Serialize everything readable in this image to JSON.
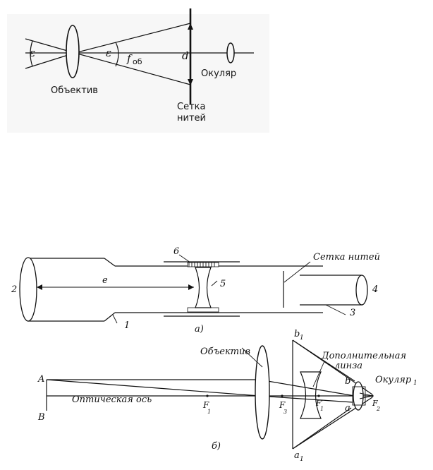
{
  "fig1": {
    "epsilon_left": "ε",
    "epsilon_right": "ε",
    "focal_symbol": "f",
    "focal_subscript": "об",
    "d_symbol": "d",
    "objective_label": "Объектив",
    "eyepiece_label": "Окуляр",
    "reticle_line1": "Сетка",
    "reticle_line2": "нитей"
  },
  "fig2": {
    "num_1": "1",
    "num_2": "2",
    "num_3": "3",
    "num_4": "4",
    "num_5": "5",
    "num_6": "6",
    "e_label": "e",
    "reticle_label": "Сетка нитей",
    "caption": "а)"
  },
  "fig3": {
    "objective_label": "Объектив",
    "extra_lens_line1": "Дополнительная",
    "extra_lens_line2": "линза",
    "eyepiece_label": "Окуляр",
    "eyepiece_subscript": "1",
    "axis_label": "Оптическая ось",
    "point_A": "A",
    "point_B": "B",
    "point_b1": "b",
    "point_b1_sub": "1",
    "point_a1": "a",
    "point_a1_sub": "1",
    "point_b": "b",
    "point_a": "a",
    "f1": "F",
    "f1_sub": "1",
    "f3": "F",
    "f3_sub": "3",
    "f1p": "F′",
    "f1p_sub": "1",
    "f2": "F",
    "f2_sub": "2",
    "caption": "б)"
  }
}
